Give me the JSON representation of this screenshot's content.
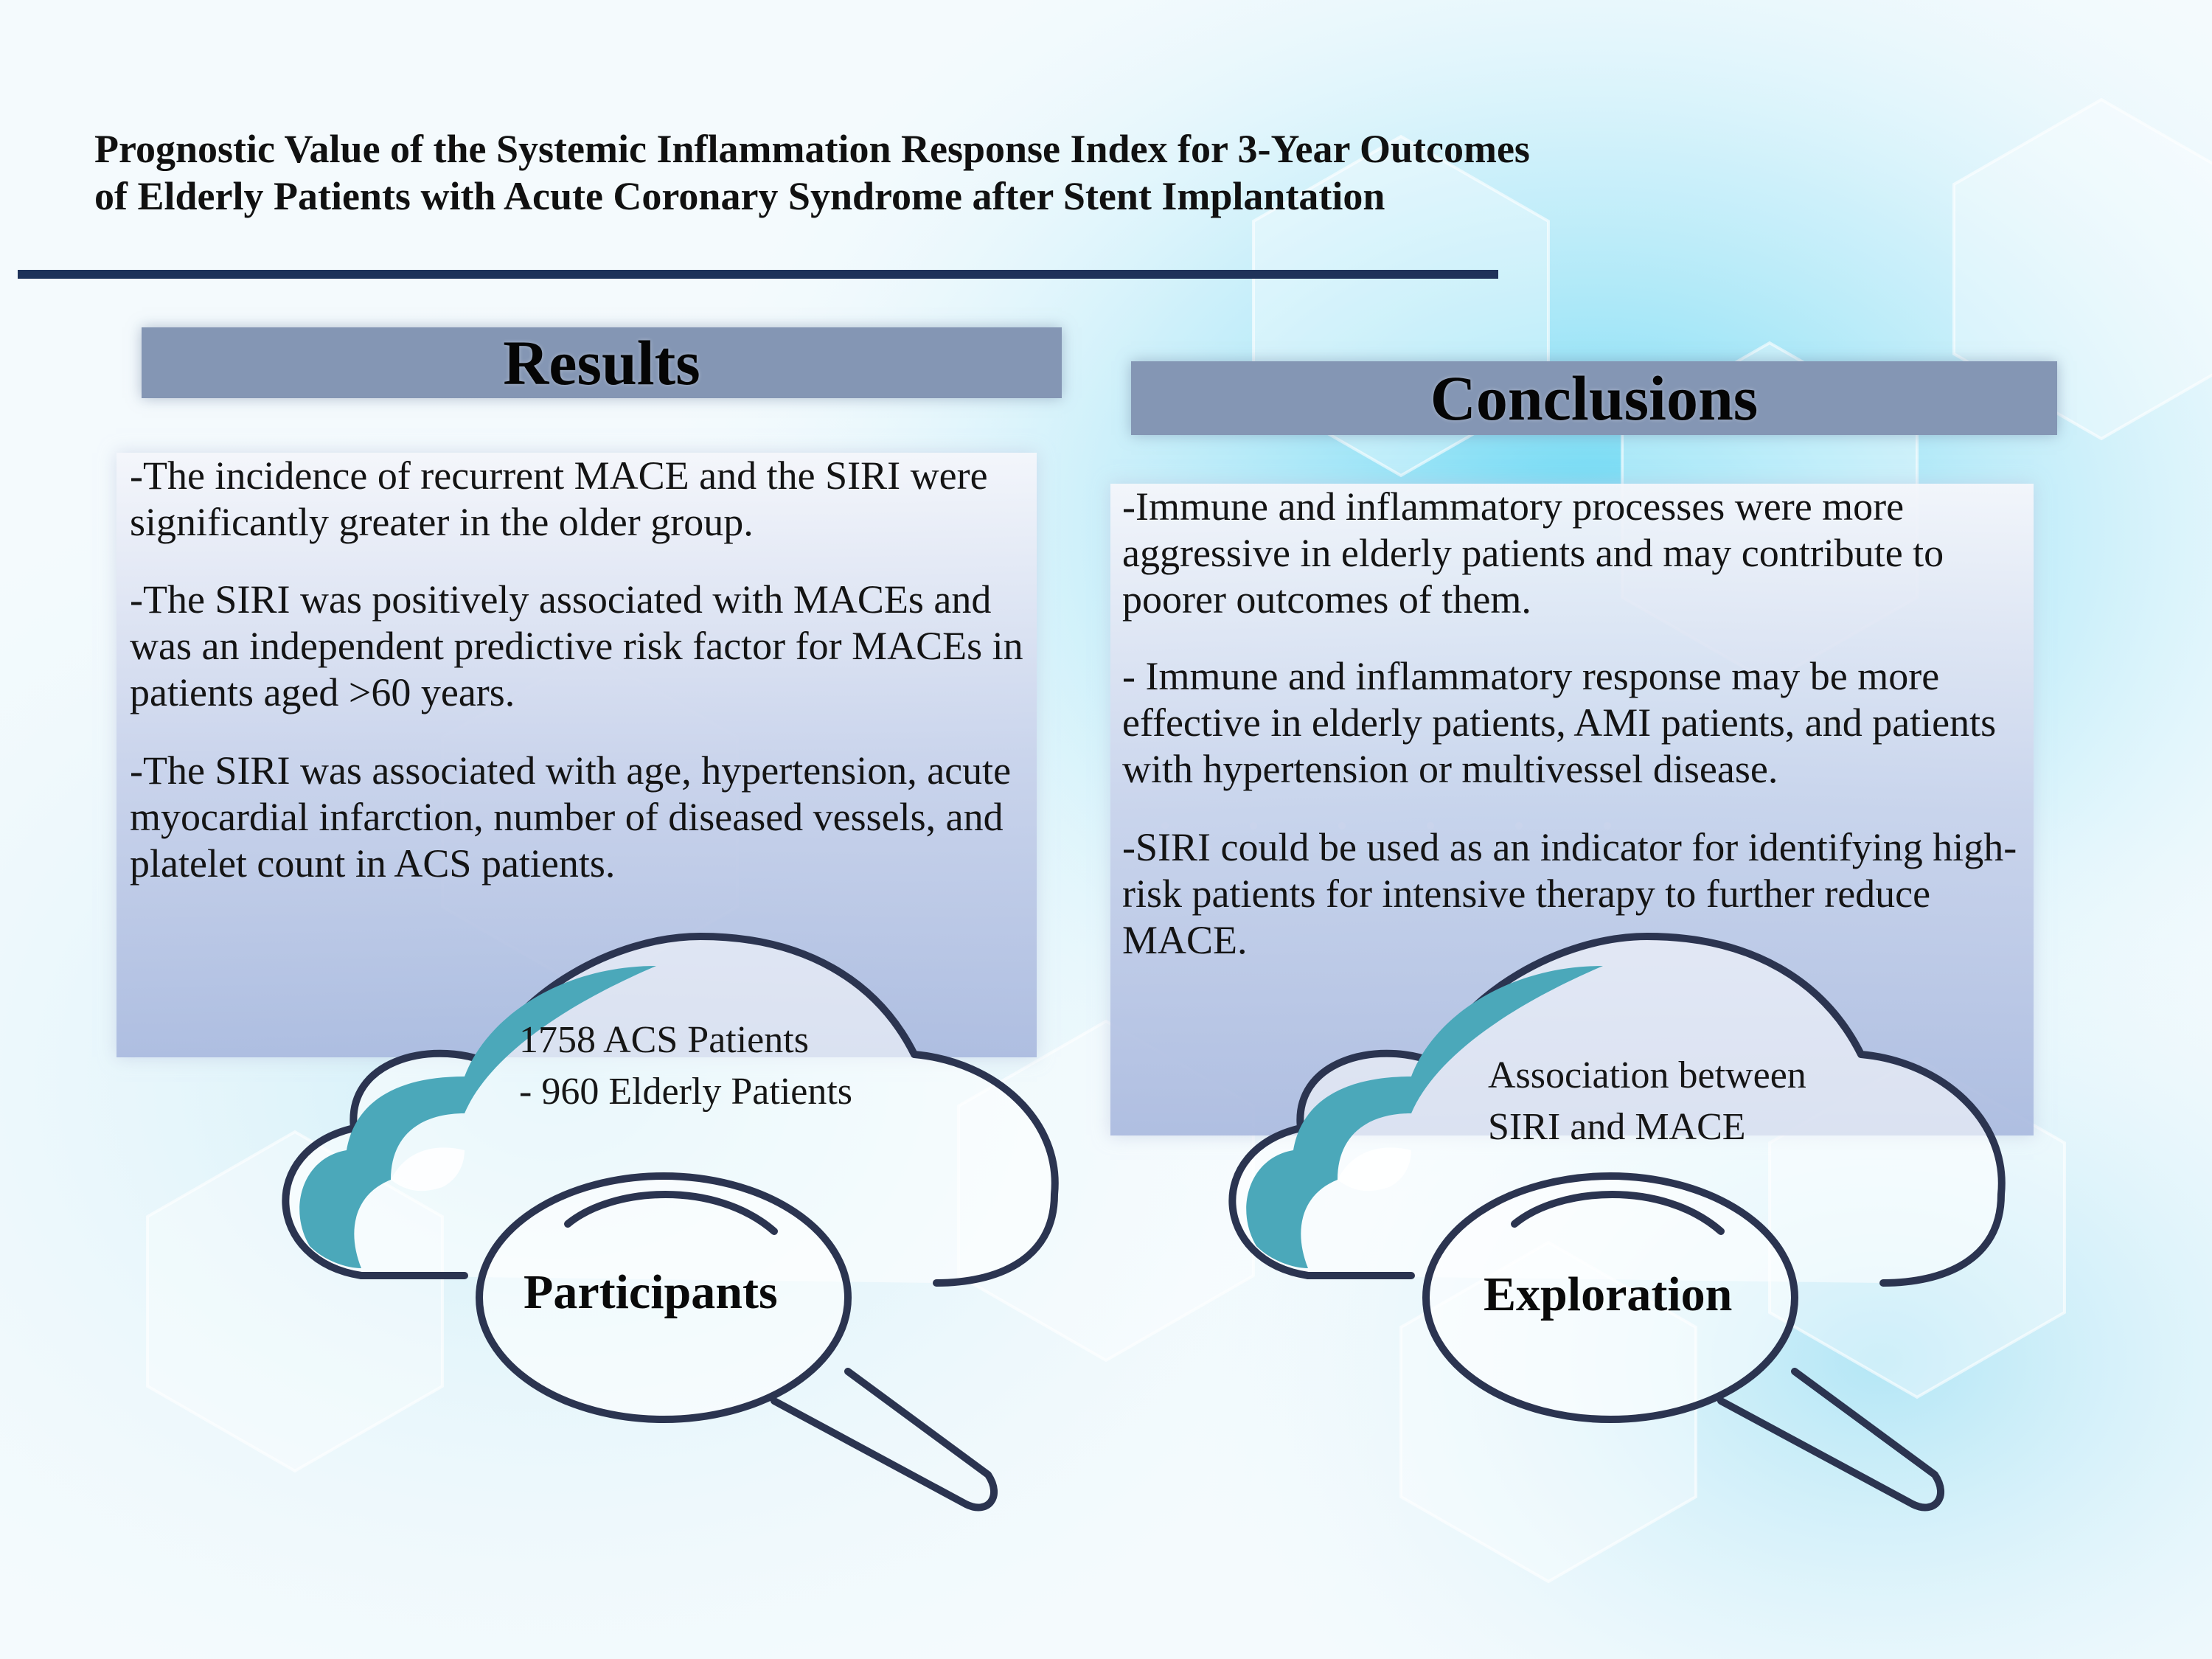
{
  "title": {
    "line1": "Prognostic Value of the Systemic Inflammation Response Index for 3-Year Outcomes",
    "line2": "of Elderly Patients with Acute Coronary Syndrome after Stent Implantation"
  },
  "results": {
    "heading": "Results",
    "points": [
      "-The incidence of recurrent MACE and the SIRI were significantly greater in the older group.",
      "-The SIRI was positively associated with MACEs and was an independent predictive risk factor for MACEs in patients aged >60 years.",
      "-The SIRI was associated with age, hypertension, acute myocardial infarction, number of diseased vessels, and platelet count in ACS patients."
    ]
  },
  "conclusions": {
    "heading": "Conclusions",
    "points": [
      "-Immune and inflammatory processes were more aggressive in elderly patients and may contribute to poorer outcomes of them.",
      "- Immune and inflammatory response may be more effective in elderly patients, AMI patients, and patients with hypertension or multivessel disease.",
      "-SIRI could be used as an indicator for identifying high-risk patients for intensive therapy to further reduce MACE."
    ]
  },
  "participants": {
    "line1": "1758 ACS Patients",
    "line2": "- 960 Elderly Patients",
    "label": "Participants"
  },
  "exploration": {
    "line1": "Association between",
    "line2": "SIRI and MACE",
    "label": "Exploration"
  },
  "colors": {
    "title_rule": "#1f3259",
    "header_bar": "#8496b4",
    "cloud_outline": "#2b3450",
    "cloud_accent": "#4ba8ba",
    "bg_cyan": "#5fd0ee"
  },
  "icons": [
    "cloud-icon",
    "magnifier-icon"
  ]
}
